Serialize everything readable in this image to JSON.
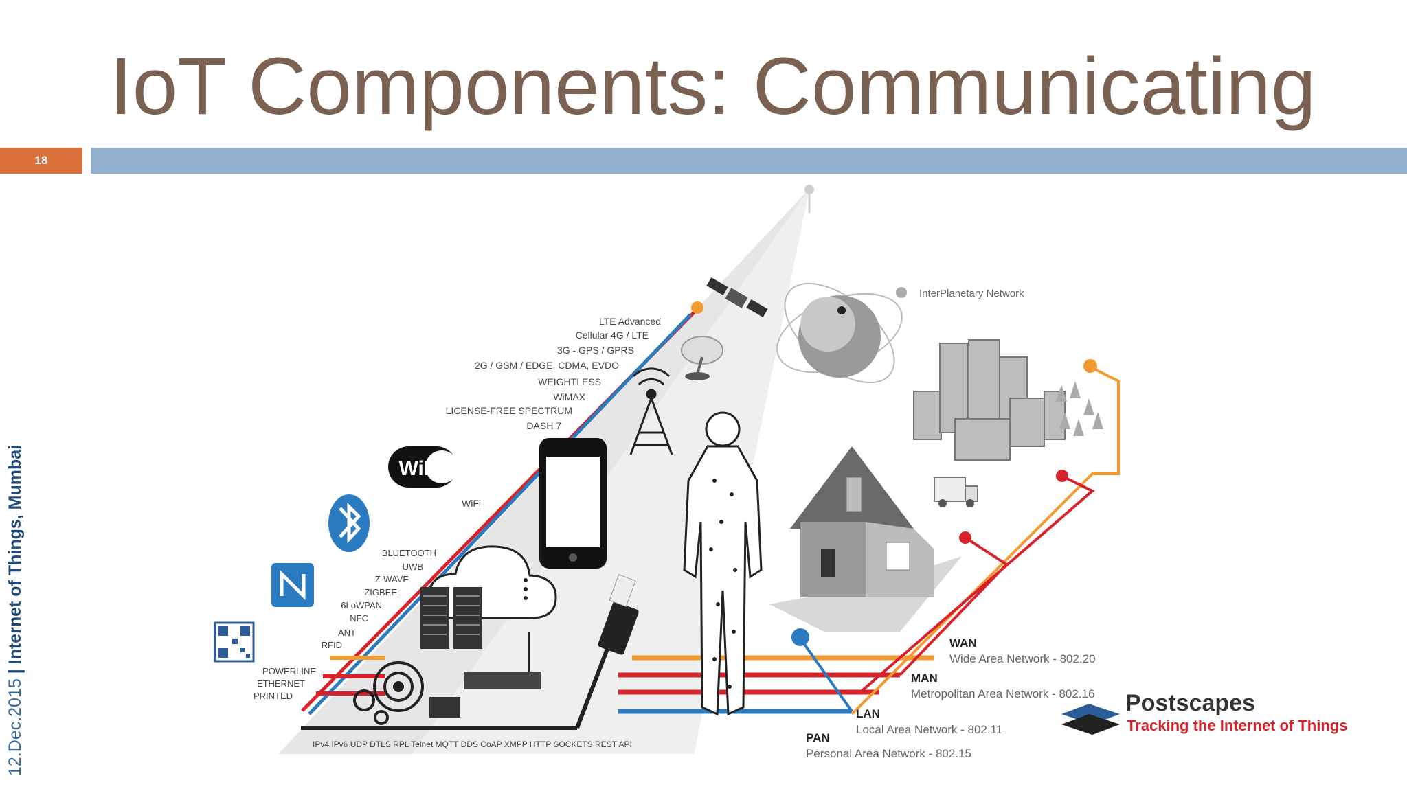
{
  "slide": {
    "title": "IoT Components: Communicating",
    "number": "18",
    "footer_date": "12.Dec.2015",
    "footer_sep": " | ",
    "footer_event": "Internet of Things, Mumbai"
  },
  "figure": {
    "interplanetary": "InterPlanetary Network",
    "wifi_logo": "WiFi",
    "long_range": [
      "LTE Advanced",
      "Cellular 4G / LTE",
      "3G - GPS / GPRS",
      "2G / GSM / EDGE, CDMA, EVDO",
      "WEIGHTLESS",
      "WiMAX",
      "LICENSE-FREE SPECTRUM",
      "DASH 7"
    ],
    "wifi_label": "WiFi",
    "short_range": [
      "BLUETOOTH",
      "UWB",
      "Z-WAVE",
      "ZIGBEE",
      "6LoWPAN",
      "NFC",
      "ANT",
      "RFID"
    ],
    "wired": [
      "POWERLINE",
      "ETHERNET",
      "PRINTED"
    ],
    "protocols": "IPv4 IPv6 UDP DTLS RPL Telnet MQTT DDS CoAP XMPP HTTP SOCKETS REST API",
    "networks": {
      "wan_title": "WAN",
      "wan_desc": "Wide Area Network - 802.20",
      "man_title": "MAN",
      "man_desc": "Metropolitan Area Network - 802.16",
      "lan_title": "LAN",
      "lan_desc": "Local Area Network - 802.11",
      "pan_title": "PAN",
      "pan_desc": "Personal Area Network - 802.15"
    },
    "brand": {
      "name": "Postscapes",
      "tagline": "Tracking the Internet of Things"
    }
  },
  "colors": {
    "title": "#7a6152",
    "accent_orange": "#d9703a",
    "rule_blue": "#91b0cd",
    "line_red": "#d8222a",
    "line_orange": "#f19a30",
    "line_blue": "#2a7bc0"
  }
}
